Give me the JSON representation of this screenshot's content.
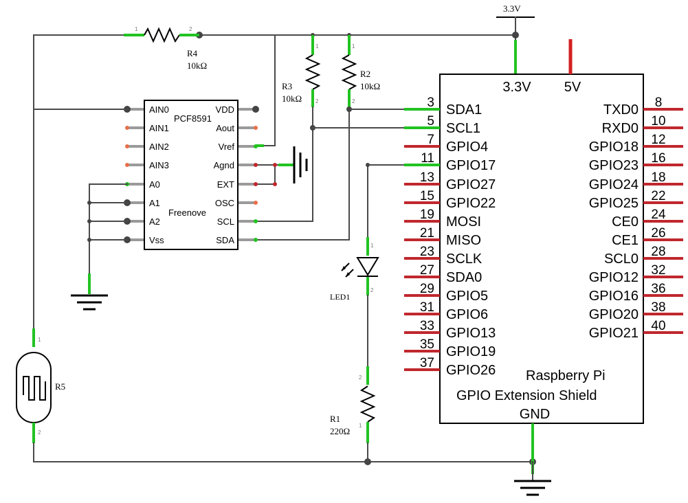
{
  "power": {
    "v33_top": "3.3V",
    "v33_shield": "3.3V",
    "v5_shield": "5V",
    "gnd_shield": "GND"
  },
  "r4": {
    "name": "R4",
    "value": "10kΩ"
  },
  "r3": {
    "name": "R3",
    "value": "10kΩ"
  },
  "r2": {
    "name": "R2",
    "value": "10kΩ"
  },
  "r5": {
    "name": "R5"
  },
  "r1": {
    "name": "R1",
    "value": "220Ω"
  },
  "led": {
    "name": "LED1"
  },
  "pin_marks": {
    "one": "1",
    "two": "2"
  },
  "chip": {
    "part": "PCF8591",
    "maker": "Freenove",
    "left_pins": [
      "AIN0",
      "AIN1",
      "AIN2",
      "AIN3",
      "A0",
      "A1",
      "A2",
      "Vss"
    ],
    "right_pins": [
      "VDD",
      "Aout",
      "Vref",
      "Agnd",
      "EXT",
      "OSC",
      "SCL",
      "SDA"
    ]
  },
  "shield": {
    "title_line1": "Raspberry Pi",
    "title_line2": "GPIO Extension Shield",
    "left_pins": [
      {
        "num": "3",
        "label": "SDA1"
      },
      {
        "num": "5",
        "label": "SCL1"
      },
      {
        "num": "7",
        "label": "GPIO4"
      },
      {
        "num": "11",
        "label": "GPIO17"
      },
      {
        "num": "13",
        "label": "GPIO27"
      },
      {
        "num": "15",
        "label": "GPIO22"
      },
      {
        "num": "19",
        "label": "MOSI"
      },
      {
        "num": "21",
        "label": "MISO"
      },
      {
        "num": "23",
        "label": "SCLK"
      },
      {
        "num": "27",
        "label": "SDA0"
      },
      {
        "num": "29",
        "label": "GPIO5"
      },
      {
        "num": "31",
        "label": "GPIO6"
      },
      {
        "num": "33",
        "label": "GPIO13"
      },
      {
        "num": "35",
        "label": "GPIO19"
      },
      {
        "num": "37",
        "label": "GPIO26"
      }
    ],
    "right_pins": [
      {
        "num": "8",
        "label": "TXD0"
      },
      {
        "num": "10",
        "label": "RXD0"
      },
      {
        "num": "12",
        "label": "GPIO18"
      },
      {
        "num": "16",
        "label": "GPIO23"
      },
      {
        "num": "18",
        "label": "GPIO24"
      },
      {
        "num": "22",
        "label": "GPIO25"
      },
      {
        "num": "24",
        "label": "CE0"
      },
      {
        "num": "26",
        "label": "CE1"
      },
      {
        "num": "28",
        "label": "SCL0"
      },
      {
        "num": "32",
        "label": "GPIO12"
      },
      {
        "num": "36",
        "label": "GPIO16"
      },
      {
        "num": "38",
        "label": "GPIO20"
      },
      {
        "num": "40",
        "label": "GPIO21"
      }
    ]
  }
}
